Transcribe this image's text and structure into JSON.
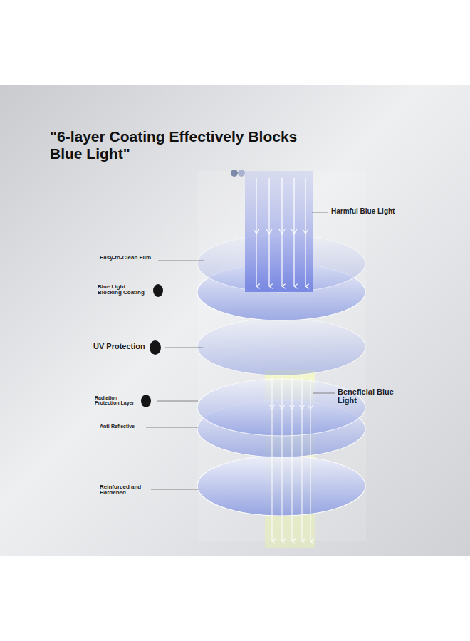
{
  "diagram": {
    "title": "\"6-layer Coating Effectively Blocks Blue Light\"",
    "labels": [
      "Harmful Blue Light",
      "Easy-to-Clean Film",
      "Blue Light Blocking Coating",
      "UV Protection",
      "Radiation Protection Layer",
      "Anti-Reflective",
      "Reinforced and Hardened",
      "Beneficial Blue Light"
    ]
  }
}
